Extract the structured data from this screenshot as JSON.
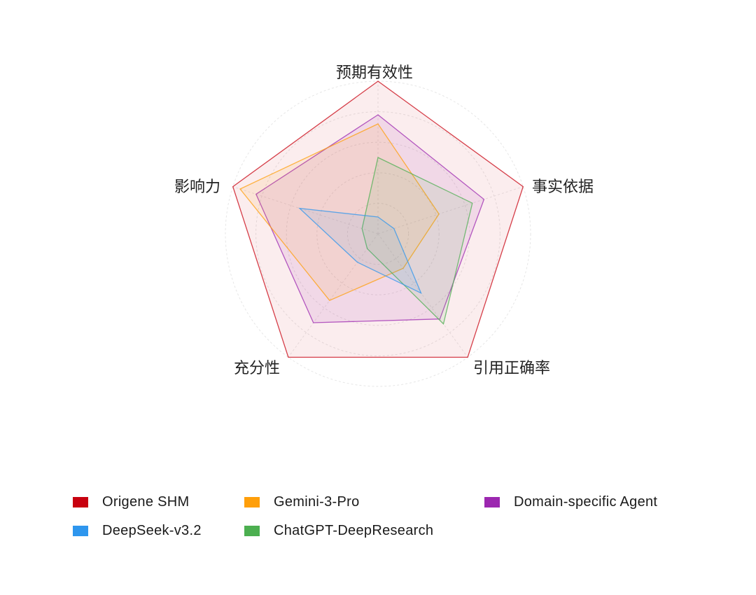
{
  "chart_data": {
    "type": "radar",
    "title": "",
    "axes": [
      "预期有效性",
      "事实依据",
      "引用正确率",
      "充分性",
      "影响力"
    ],
    "range": [
      0,
      1
    ],
    "grid": {
      "shape": "circle",
      "levels": 5
    },
    "legend_position": "bottom",
    "series": [
      {
        "name": "Origene SHM",
        "color": "#C8000F",
        "values": [
          1.0,
          1.0,
          1.0,
          1.0,
          1.0
        ]
      },
      {
        "name": "Domain-specific Agent",
        "color": "#9C27B0",
        "values": [
          0.78,
          0.73,
          0.69,
          0.72,
          0.84
        ]
      },
      {
        "name": "Gemini-3-Pro",
        "color": "#FF9F0A",
        "values": [
          0.72,
          0.42,
          0.28,
          0.54,
          0.95
        ]
      },
      {
        "name": "ChatGPT-DeepResearch",
        "color": "#4CAF50",
        "values": [
          0.5,
          0.65,
          0.73,
          0.12,
          0.11
        ]
      },
      {
        "name": "DeepSeek-v3.2",
        "color": "#2E96EE",
        "values": [
          0.11,
          0.11,
          0.48,
          0.23,
          0.54
        ]
      }
    ]
  },
  "labels": {
    "axis_0": "预期有效性",
    "axis_1": "事实依据",
    "axis_2": "引用正确率",
    "axis_3": "充分性",
    "axis_4": "影响力"
  },
  "legend": {
    "items": [
      {
        "name": "Origene SHM",
        "color": "#C8000F"
      },
      {
        "name": "Gemini-3-Pro",
        "color": "#FF9F0A"
      },
      {
        "name": "Domain-specific Agent",
        "color": "#9C27B0"
      },
      {
        "name": "DeepSeek-v3.2",
        "color": "#2E96EE"
      },
      {
        "name": "ChatGPT-DeepResearch",
        "color": "#4CAF50"
      }
    ]
  }
}
